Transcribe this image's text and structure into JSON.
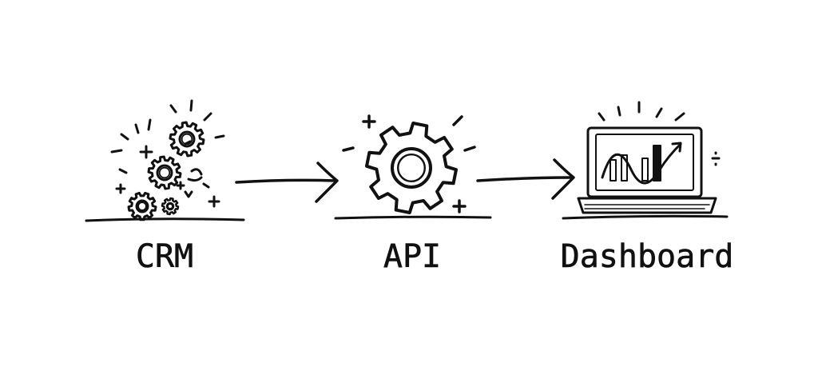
{
  "diagram": {
    "type": "flow",
    "nodes": [
      {
        "id": "crm",
        "label": "CRM",
        "icon": "scattered-gears-icon"
      },
      {
        "id": "api",
        "label": "API",
        "icon": "gear-icon"
      },
      {
        "id": "dashboard",
        "label": "Dashboard",
        "icon": "laptop-chart-icon"
      }
    ],
    "edges": [
      {
        "from": "crm",
        "to": "api"
      },
      {
        "from": "api",
        "to": "dashboard"
      }
    ],
    "colors": {
      "ink": "#111111",
      "background": "#ffffff"
    }
  }
}
